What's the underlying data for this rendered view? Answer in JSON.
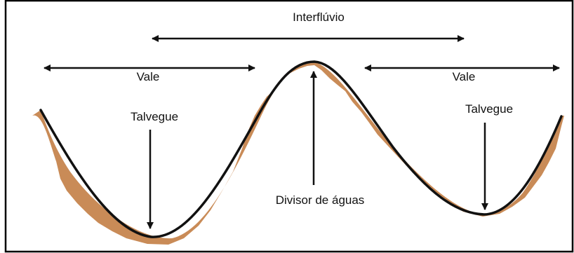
{
  "labels": {
    "interfluvio": "Interflúvio",
    "vale_left": "Vale",
    "vale_right": "Vale",
    "talvegue_left": "Talvegue",
    "talvegue_right": "Talvegue",
    "divisor": "Divisor de águas"
  },
  "colors": {
    "soil": "#C98B57",
    "line": "#111111",
    "frame": "#000000",
    "background": "#FFFFFF"
  }
}
